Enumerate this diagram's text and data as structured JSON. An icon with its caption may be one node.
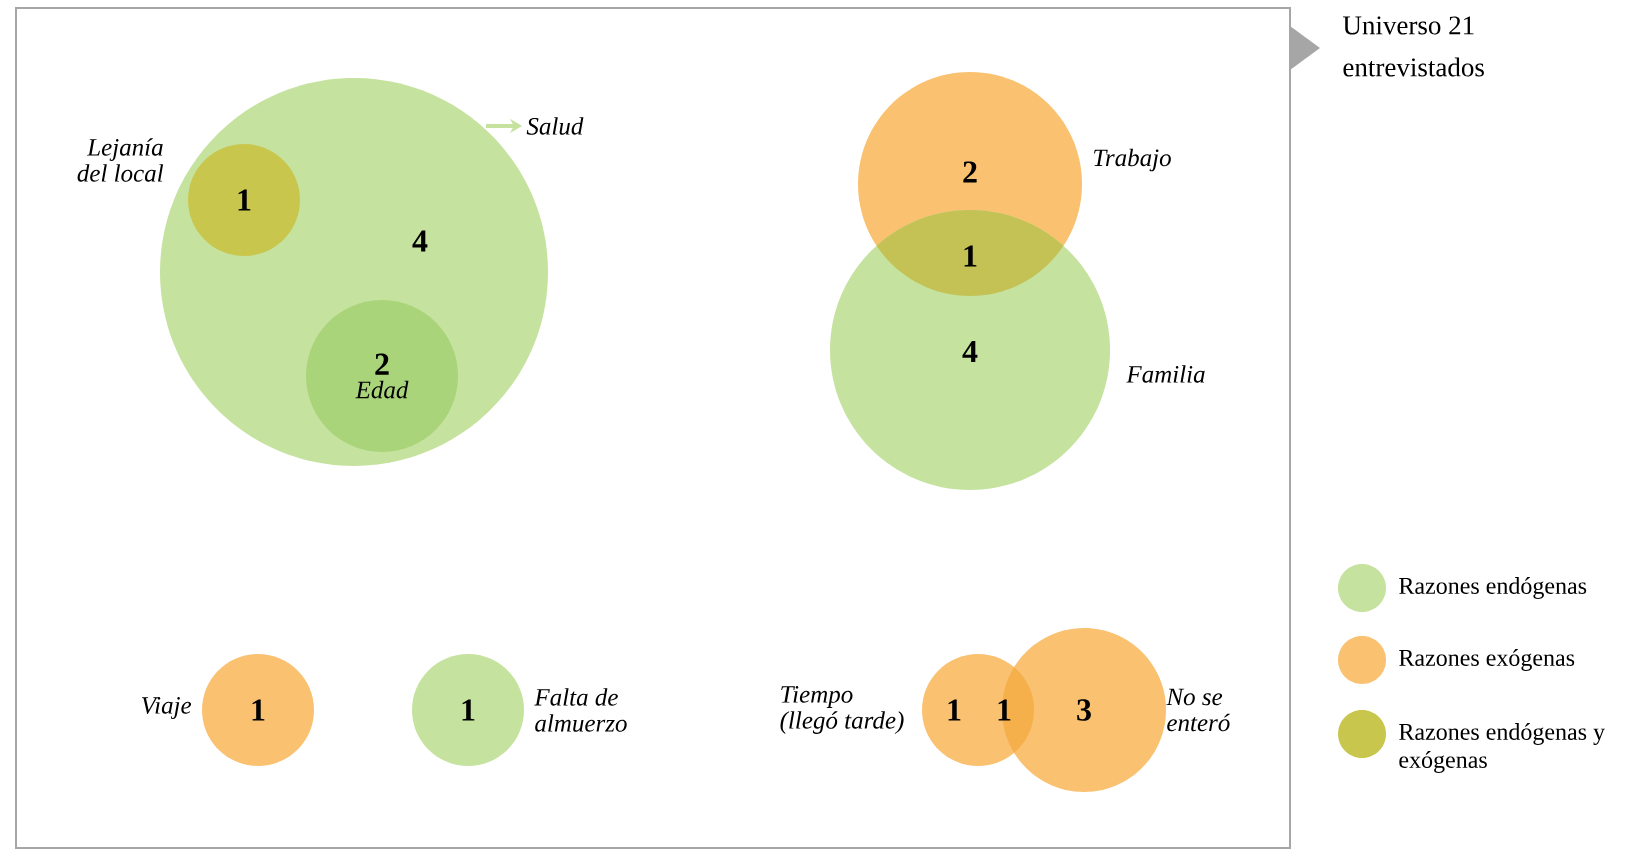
{
  "diagram": {
    "nodes": [
      {
        "text": [
          "4"
        ],
        "beside": [
          "Salud"
        ]
      },
      {
        "text": [
          "1"
        ],
        "in": 0,
        "beside": [
          "Lejanía del local"
        ]
      },
      {
        "text": [
          "2",
          "Edad"
        ],
        "in": 0
      },
      {
        "text": [
          "2"
        ],
        "beside": [
          "Trabajo"
        ]
      },
      {
        "text": [
          "4"
        ],
        "beside": [
          "Familia"
        ]
      },
      {
        "text": [
          "1"
        ],
        "beside": [
          "Viaje"
        ]
      },
      {
        "text": [
          "1"
        ],
        "beside": [
          "Falta de almuerzo"
        ]
      },
      {
        "text": [
          "1"
        ],
        "beside": [
          "Tiempo (llegó tarde)"
        ]
      },
      {
        "text": [
          "3"
        ],
        "beside": [
          "No se enteró"
        ]
      }
    ],
    "labels": [
      "1",
      "1",
      "Universo 21 entrevistados"
    ],
    "legend": [
      {
        "text": "Razones endógenas",
        "color": "#c5e29f"
      },
      {
        "text": "Razones exógenas",
        "color": "#f9c170"
      },
      {
        "text": "Razones endógenas y exógenas",
        "color": "#c9c64e"
      }
    ]
  }
}
